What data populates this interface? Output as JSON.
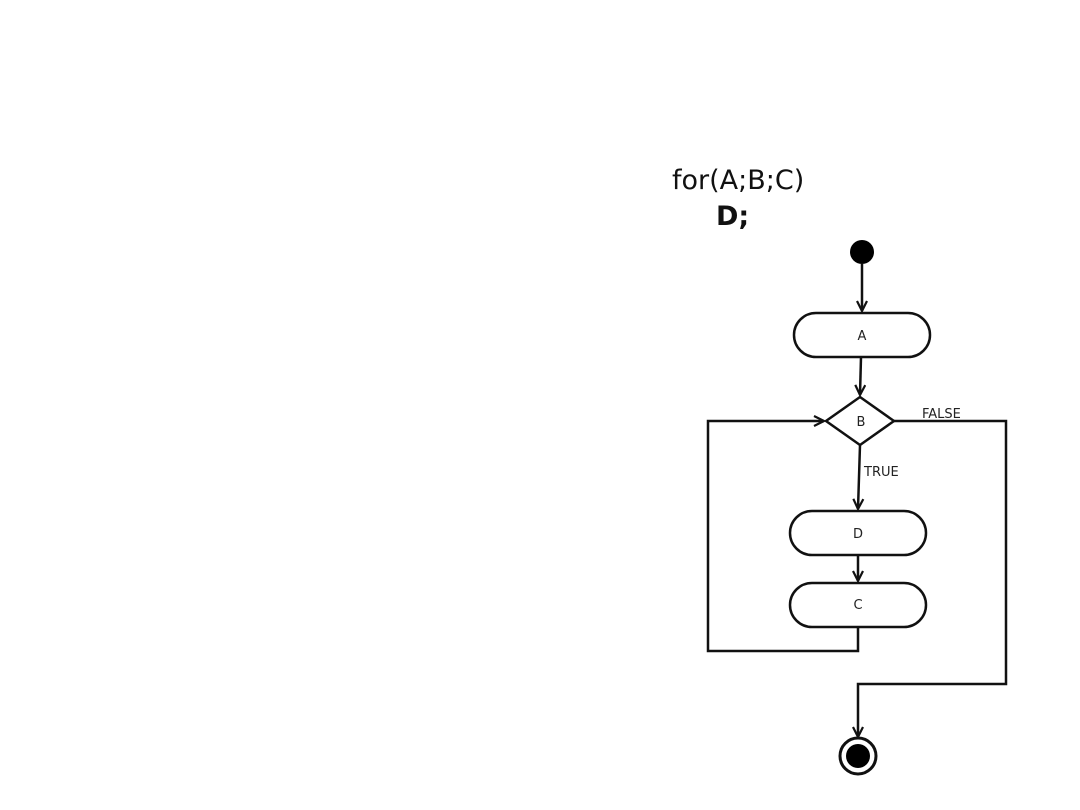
{
  "code": {
    "line1": "for(A;B;C)",
    "line2": "D;"
  },
  "nodes": {
    "action_a": "A",
    "decision_b": "B",
    "action_d": "D",
    "action_c": "C"
  },
  "edges": {
    "true_label": "TRUE",
    "false_label": "FALSE"
  },
  "colors": {
    "stroke": "#111111",
    "background": "#ffffff"
  }
}
